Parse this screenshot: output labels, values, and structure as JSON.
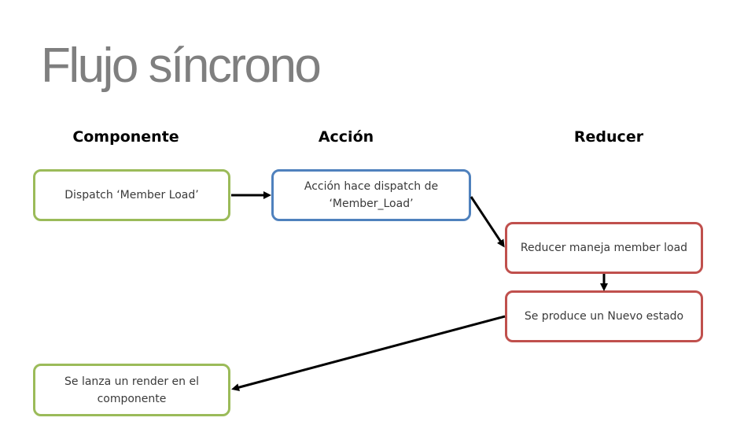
{
  "title": "Flujo síncrono",
  "columns": {
    "componente": "Componente",
    "accion": "Acción",
    "reducer": "Reducer"
  },
  "boxes": {
    "dispatch": "Dispatch ‘Member Load’",
    "accion_dispatch": "Acción hace dispatch de ‘Member_Load’",
    "reducer_maneja": "Reducer maneja member load",
    "nuevo_estado": "Se produce un Nuevo estado",
    "render": "Se lanza un render en el componente"
  },
  "colors": {
    "componente": "#9bbb59",
    "accion": "#4f81bd",
    "reducer": "#c0504d",
    "title": "#7f7f7f"
  }
}
